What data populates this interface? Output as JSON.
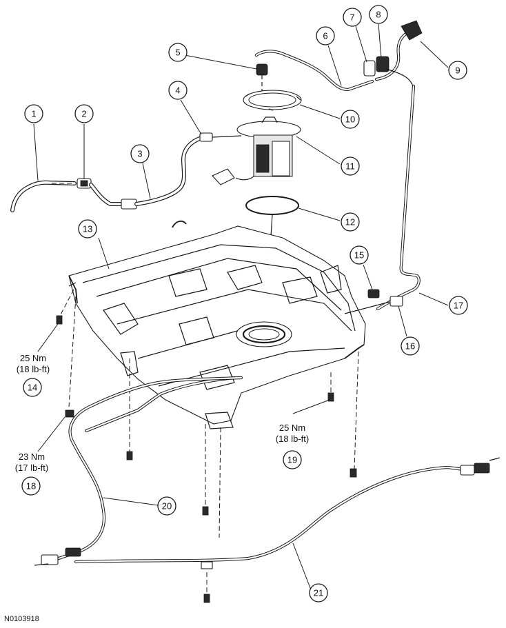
{
  "callouts": {
    "c1": "1",
    "c2": "2",
    "c3": "3",
    "c4": "4",
    "c5": "5",
    "c6": "6",
    "c7": "7",
    "c8": "8",
    "c9": "9",
    "c10": "10",
    "c11": "11",
    "c12": "12",
    "c13": "13",
    "c14": "14",
    "c15": "15",
    "c16": "16",
    "c17": "17",
    "c18": "18",
    "c19": "19",
    "c20": "20",
    "c21": "21"
  },
  "torque": {
    "t14_nm": "25 Nm",
    "t14_lbft": "(18 lb-ft)",
    "t18_nm": "23 Nm",
    "t18_lbft": "(17 lb-ft)",
    "t19_nm": "25 Nm",
    "t19_lbft": "(18 lb-ft)"
  },
  "figure_id": "N0103918"
}
